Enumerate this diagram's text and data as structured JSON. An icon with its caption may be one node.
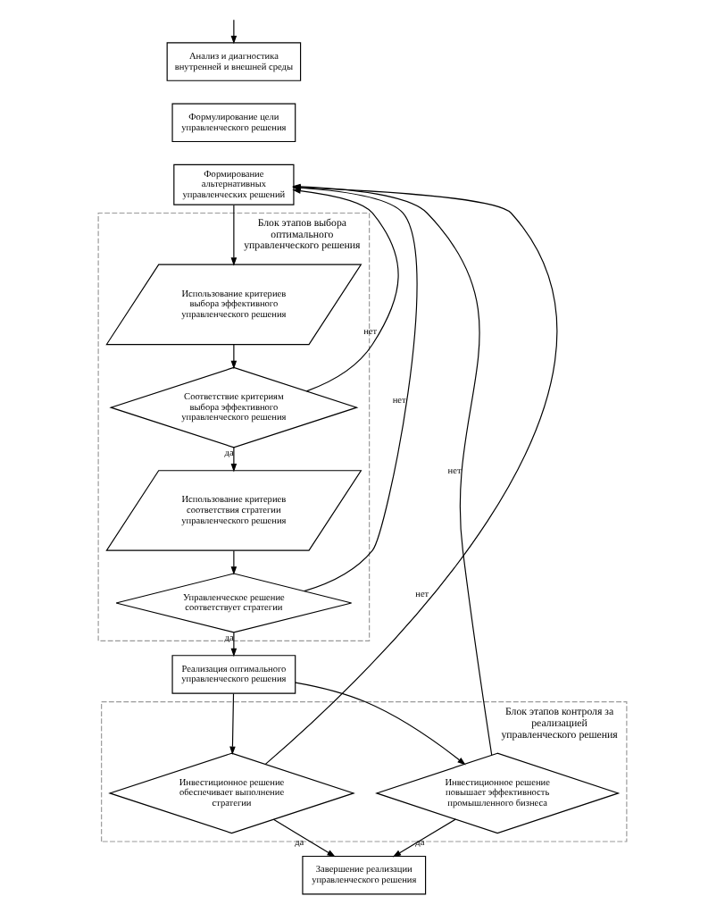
{
  "diagram": {
    "nodes": [
      {
        "text": [
          "Анализ и диагностика внутренней и внешней среды"
        ]
      },
      {
        "text": [
          "Формулирование цели управленческого решения"
        ]
      },
      {
        "text": [
          "Формирование альтернативных управленческих решений"
        ]
      },
      {
        "text": [
          "Блок этапов выбора оптимального управленческого решения"
        ]
      },
      {
        "text": [
          "Использование критериев выбора эффективного управленческого решения"
        ],
        "in": 3
      },
      {
        "text": [
          "Соответствие критериям выбора эффективного управленческого решения"
        ],
        "in": 3
      },
      {
        "text": [
          "Использование критериев соответствия стратегии управленческого решения"
        ],
        "in": 3
      },
      {
        "text": [
          "Управленческое решение соответствует стратегии"
        ],
        "in": 3
      },
      {
        "text": [
          "Реализация оптимального управленческого решения"
        ]
      },
      {
        "text": [
          "Блок этапов контроля за реализацией управленческого решения"
        ]
      },
      {
        "text": [
          "Инвестиционное решение повышает эффективность промышленного бизнеса"
        ],
        "in": 9
      },
      {
        "text": [
          "Инвестиционное решение обеспечивает выполнение стратегии"
        ],
        "in": 9
      },
      {
        "text": [
          "Завершение реализации управленческого решения"
        ]
      }
    ],
    "edges": [
      {
        "from": null,
        "to": 0,
        "arrow": "to"
      },
      {
        "from": 2,
        "to": 4,
        "arrow": "to"
      },
      {
        "from": 4,
        "to": 5,
        "arrow": "to"
      },
      {
        "from": 5,
        "to": 2,
        "arrow": "to",
        "label": "нет"
      },
      {
        "from": 5,
        "to": 6,
        "arrow": "to",
        "label": "да"
      },
      {
        "from": 6,
        "to": 7,
        "arrow": "to"
      },
      {
        "from": 7,
        "to": 2,
        "arrow": "to",
        "label": "нет"
      },
      {
        "from": 7,
        "to": 8,
        "arrow": "to",
        "label": "да"
      },
      {
        "from": 8,
        "to": 10,
        "arrow": "to"
      },
      {
        "from": 8,
        "to": 11,
        "arrow": "to"
      },
      {
        "from": 10,
        "to": 2,
        "arrow": "to",
        "label": "нет"
      },
      {
        "from": 11,
        "to": 2,
        "arrow": "to",
        "label": "нет"
      },
      {
        "from": 10,
        "to": 12,
        "arrow": "to",
        "label": "да"
      },
      {
        "from": 11,
        "to": 12,
        "arrow": "to",
        "label": "да"
      }
    ]
  }
}
